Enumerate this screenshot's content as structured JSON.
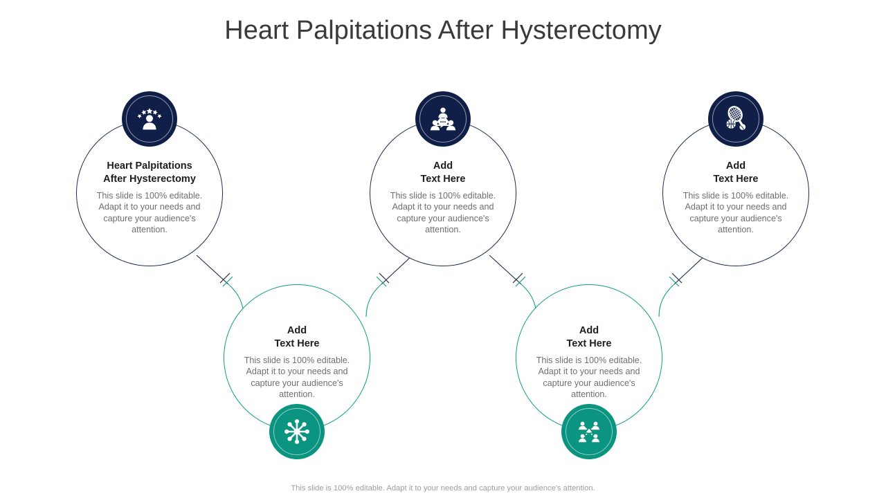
{
  "slide": {
    "title": "Heart Palpitations After Hysterectomy",
    "footer": "This slide is 100% editable. Adapt it to your needs and capture your audience's attention.",
    "background": "#FFFFFF",
    "title_color": "#3A3A3A"
  },
  "theme": {
    "navy": "#101F48",
    "navy_outline": "#1C2A4F",
    "teal": "#0B9480",
    "teal_outline": "#109E87",
    "heading_color": "#1D1D1D",
    "body_color": "#6F6F6F",
    "footer_color": "#9D9D9D"
  },
  "body_text": "This slide is 100% editable. Adapt it to your needs and capture your audience's attention.",
  "nodes": [
    {
      "id": "node-1",
      "heading": "Heart Palpitations\nAfter Hysterectomy",
      "body": "This slide is 100% editable. Adapt it to your needs and capture your audience's attention.",
      "icon": "person-stars-icon",
      "color": "navy",
      "row": "top"
    },
    {
      "id": "node-2",
      "heading": "Add\nText Here",
      "body": "This slide is 100% editable. Adapt it to your needs and capture your audience's attention.",
      "icon": "team-discussion-icon",
      "color": "teal",
      "row": "bottom"
    },
    {
      "id": "node-3",
      "heading": "Add\nText Here",
      "body": "This slide is 100% editable. Adapt it to your needs and capture your audience's attention.",
      "icon": "sports-racket-ball-icon",
      "color": "navy",
      "row": "top"
    },
    {
      "id": "node-4",
      "heading": "Add\nText Here",
      "body": "This slide is 100% editable. Adapt it to your needs and capture your audience's attention.",
      "icon": "hub-network-icon",
      "color": "teal",
      "row": "bottom"
    },
    {
      "id": "node-5",
      "heading": "Add\nText Here",
      "body": "This slide is 100% editable. Adapt it to your needs and capture your audience's attention.",
      "icon": "people-network-icon",
      "color": "navy",
      "row": "top"
    }
  ],
  "chart_data": {
    "type": "diagram",
    "diagram_kind": "zigzag-chain-5-step",
    "title": "Heart Palpitations After Hysterectomy",
    "step_count": 5,
    "steps": [
      {
        "index": 1,
        "position": "top",
        "heading": "Heart Palpitations After Hysterectomy",
        "body": "This slide is 100% editable. Adapt it to your needs and capture your audience's attention.",
        "icon": "person-stars-icon",
        "accent": "#101F48"
      },
      {
        "index": 2,
        "position": "bottom",
        "heading": "Add Text Here",
        "body": "This slide is 100% editable. Adapt it to your needs and capture your audience's attention.",
        "icon": "hub-network-icon",
        "accent": "#0B9480"
      },
      {
        "index": 3,
        "position": "top",
        "heading": "Add Text Here",
        "body": "This slide is 100% editable. Adapt it to your needs and capture your audience's attention.",
        "icon": "team-discussion-icon",
        "accent": "#101F48"
      },
      {
        "index": 4,
        "position": "bottom",
        "heading": "Add Text Here",
        "body": "This slide is 100% editable. Adapt it to your needs and capture your audience's attention.",
        "icon": "people-network-icon",
        "accent": "#0B9480"
      },
      {
        "index": 5,
        "position": "top",
        "heading": "Add Text Here",
        "body": "This slide is 100% editable. Adapt it to your needs and capture your audience's attention.",
        "icon": "sports-racket-ball-icon",
        "accent": "#101F48"
      }
    ],
    "connectors": 4,
    "legend": [],
    "annotations": []
  }
}
